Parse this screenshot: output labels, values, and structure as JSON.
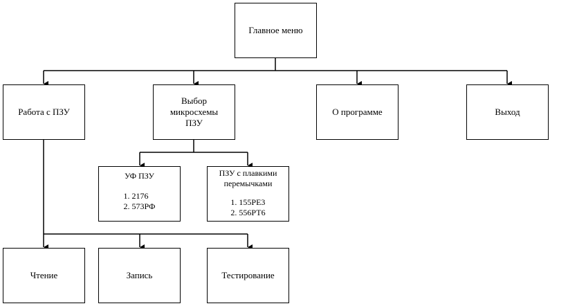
{
  "diagram": {
    "root": {
      "label": "Главное меню"
    },
    "level1": [
      {
        "id": "rom-work",
        "label": "Работа с ПЗУ"
      },
      {
        "id": "chip-select",
        "label": "Выбор микросхемы ПЗУ"
      },
      {
        "id": "about",
        "label": "О программе"
      },
      {
        "id": "exit",
        "label": "Выход"
      }
    ],
    "chip_types": [
      {
        "heading": "УФ ПЗУ",
        "items": [
          "1. 2176",
          "2. 573РФ"
        ]
      },
      {
        "heading": "ПЗУ с плавкими перемычками",
        "items": [
          "1. 155РЕ3",
          "2. 556РТ6"
        ]
      }
    ],
    "rom_operations": [
      {
        "label": "Чтение"
      },
      {
        "label": "Запись"
      },
      {
        "label": "Тестирование"
      }
    ],
    "edges": [
      {
        "from": "Главное меню",
        "to": "Работа с ПЗУ"
      },
      {
        "from": "Главное меню",
        "to": "Выбор микросхемы ПЗУ"
      },
      {
        "from": "Главное меню",
        "to": "О программе"
      },
      {
        "from": "Главное меню",
        "to": "Выход"
      },
      {
        "from": "Выбор микросхемы ПЗУ",
        "to": "УФ ПЗУ"
      },
      {
        "from": "Выбор микросхемы ПЗУ",
        "to": "ПЗУ с плавкими перемычками"
      },
      {
        "from": "Работа с ПЗУ",
        "to": "Чтение"
      },
      {
        "from": "Работа с ПЗУ",
        "to": "Запись"
      },
      {
        "from": "Работа с ПЗУ",
        "to": "Тестирование"
      }
    ]
  }
}
